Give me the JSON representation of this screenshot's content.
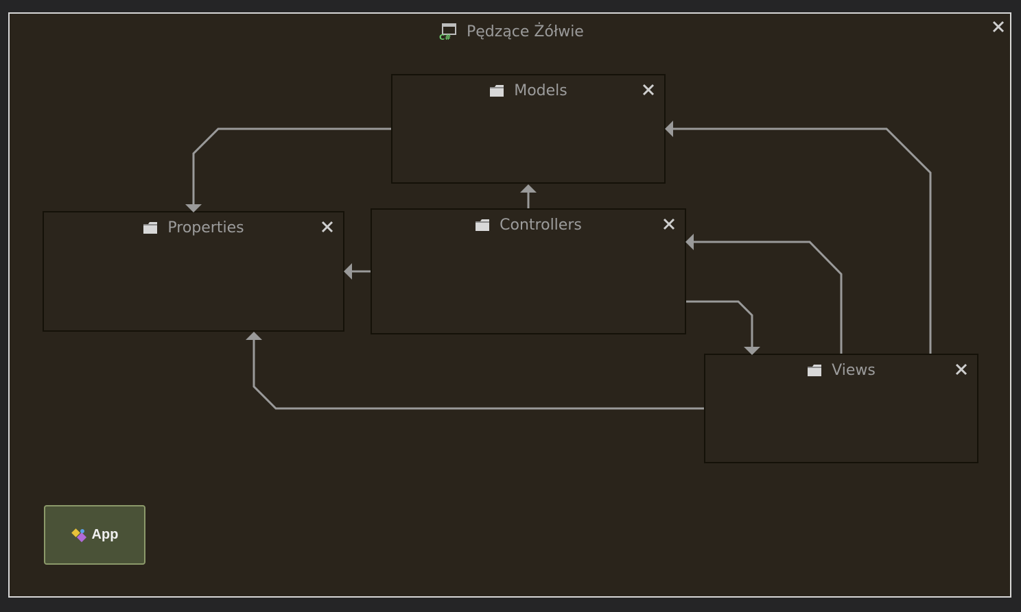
{
  "window": {
    "title": "Pędzące Żółwie",
    "title_icon": "csharp-project-icon"
  },
  "nodes": [
    {
      "id": "models",
      "label": "Models",
      "icon": "folder-icon"
    },
    {
      "id": "properties",
      "label": "Properties",
      "icon": "folder-icon"
    },
    {
      "id": "controllers",
      "label": "Controllers",
      "icon": "folder-icon"
    },
    {
      "id": "views",
      "label": "Views",
      "icon": "folder-icon"
    }
  ],
  "app": {
    "label": "App",
    "icon": "app-icon"
  },
  "edges": [
    {
      "from": "models",
      "to": "properties"
    },
    {
      "from": "controllers",
      "to": "models"
    },
    {
      "from": "controllers",
      "to": "properties"
    },
    {
      "from": "controllers",
      "to": "views"
    },
    {
      "from": "views",
      "to": "controllers"
    },
    {
      "from": "views",
      "to": "models"
    },
    {
      "from": "views",
      "to": "properties"
    }
  ],
  "colors": {
    "canvas_bg": "#2a241b",
    "node_bg": "#2b251c",
    "edge": "#9a9a9a",
    "app_bg": "#4a5237",
    "app_border": "#8c9a6a"
  }
}
